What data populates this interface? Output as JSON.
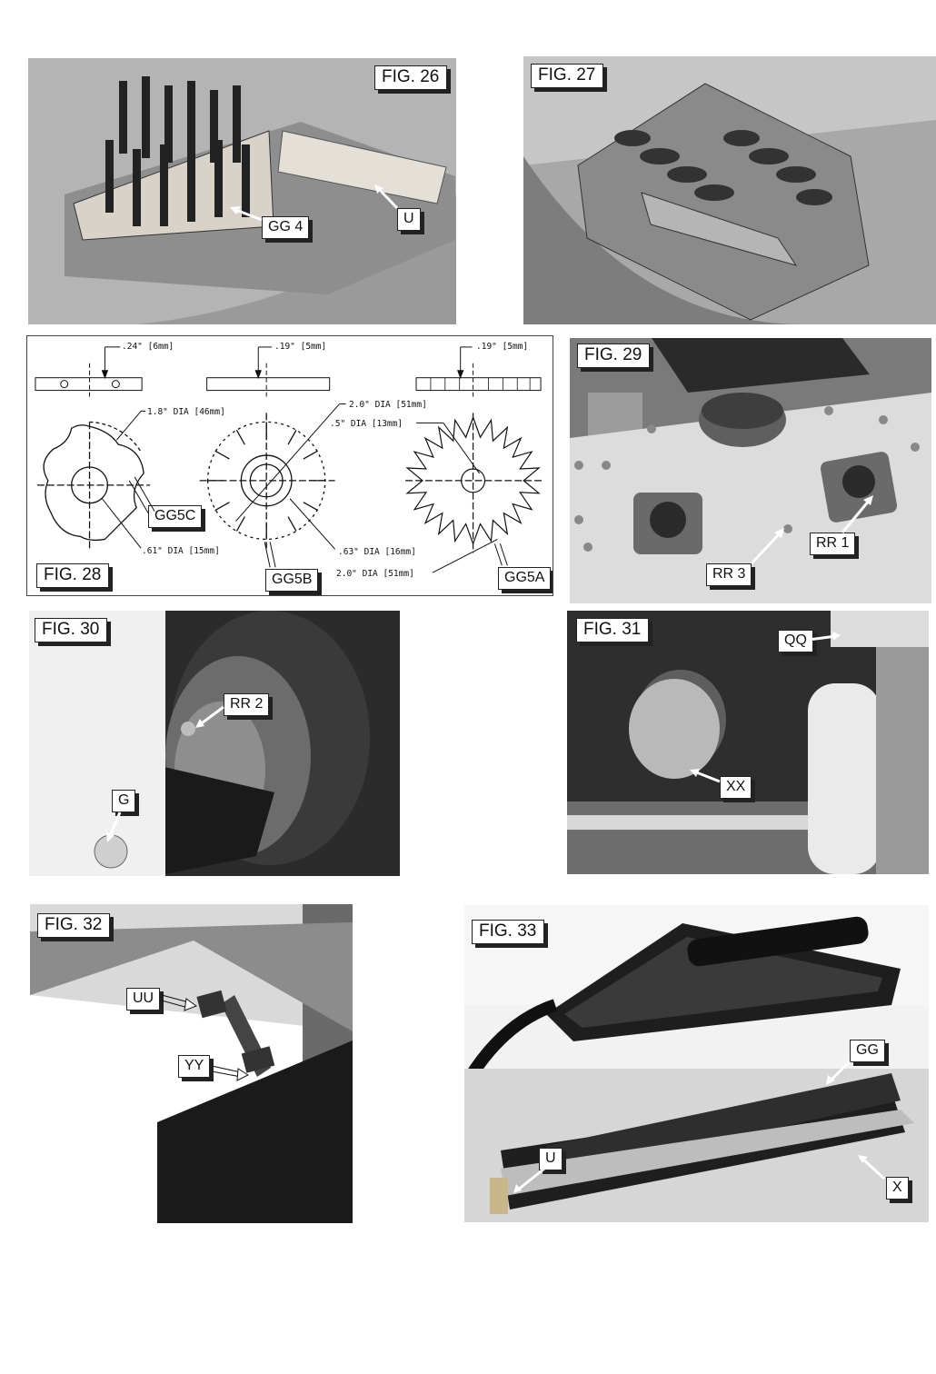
{
  "figures": {
    "fig26": {
      "title": "FIG. 26",
      "callouts": [
        "GG 4",
        "U"
      ]
    },
    "fig27": {
      "title": "FIG. 27"
    },
    "fig28": {
      "title": "FIG. 28",
      "dims": {
        "t1": ".24\" [6mm]",
        "t2": ".19\" [5mm]",
        "t3": ".19\" [5mm]",
        "d1": "1.8\" DIA [46mm]",
        "d2": "2.0\" DIA [51mm]",
        "d3": ".5\" DIA [13mm]",
        "d4": ".61\" DIA [15mm]",
        "d5": ".63\" DIA [16mm]",
        "d6": "2.0\" DIA [51mm]"
      },
      "callouts": [
        "GG5C",
        "GG5B",
        "GG5A"
      ]
    },
    "fig29": {
      "title": "FIG. 29",
      "callouts": [
        "RR 1",
        "RR 3"
      ]
    },
    "fig30": {
      "title": "FIG. 30",
      "callouts": [
        "RR 2",
        "G"
      ]
    },
    "fig31": {
      "title": "FIG. 31",
      "callouts": [
        "QQ",
        "XX"
      ]
    },
    "fig32": {
      "title": "FIG. 32",
      "callouts": [
        "UU",
        "YY"
      ]
    },
    "fig33": {
      "title": "FIG. 33",
      "callouts": [
        "GG",
        "U",
        "X"
      ]
    }
  },
  "icons": {
    "leader": "arrow-icon",
    "photo": "photo-placeholder",
    "gear": "gear-icon"
  }
}
